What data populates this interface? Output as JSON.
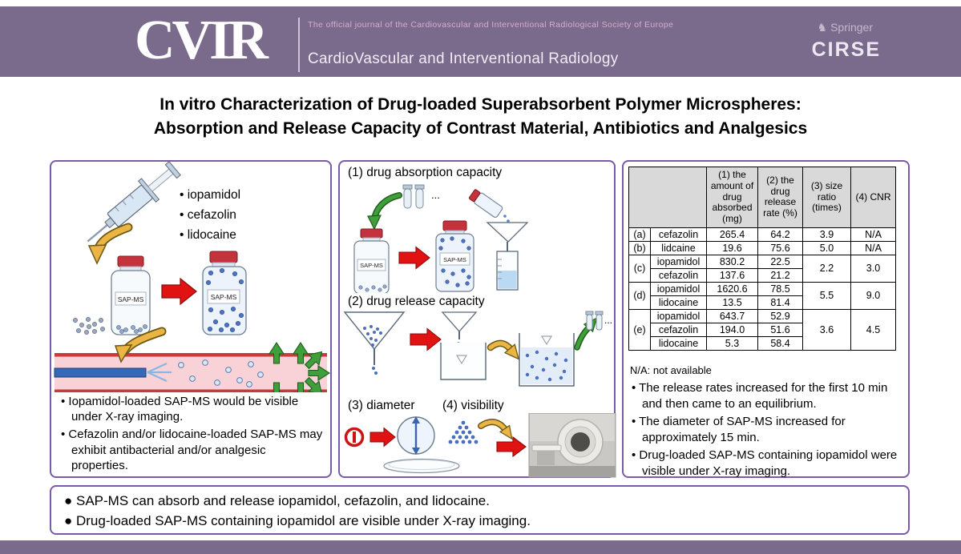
{
  "header": {
    "logo_text": "CVIR",
    "tagline": "The official journal of the Cardiovascular and Interventional Radiological Society of Europe",
    "journal_name": "CardioVascular and Interventional Radiology",
    "springer_label": "Springer",
    "cirse_label": "CIRSE"
  },
  "title": {
    "line1": "In vitro Characterization of Drug-loaded Superabsorbent Polymer Microspheres:",
    "line2": "Absorption and Release Capacity of Contrast Material, Antibiotics and Analgesics"
  },
  "labels": {
    "sap_ms": "SAP-MS",
    "ellipsis": "..."
  },
  "left_panel": {
    "drug_list": [
      "• iopamidol",
      "• cefazolin",
      "• lidocaine"
    ],
    "bullets": [
      "• Iopamidol-loaded SAP-MS would be visible under X-ray imaging.",
      "• Cefazolin and/or lidocaine-loaded SAP-MS may exhibit antibacterial and/or analgesic properties."
    ]
  },
  "middle_panel": {
    "step1_label": "(1) drug absorption capacity",
    "step2_label": "(2) drug release capacity",
    "step3_label": "(3) diameter",
    "step4_label": "(4) visibility"
  },
  "right_panel": {
    "table": {
      "header_amount": "(1) the amount of drug absorbed (mg)",
      "header_release": "(2) the drug release rate (%)",
      "header_ratio": "(3) size ratio (times)",
      "header_cnr": "(4) CNR",
      "rows": [
        {
          "group": "(a)",
          "drug": "cefazolin",
          "absorbed": "265.4",
          "release": "64.2",
          "ratio": "3.9",
          "cnr": "N/A"
        },
        {
          "group": "(b)",
          "drug": "lidcaine",
          "absorbed": "19.6",
          "release": "75.6",
          "ratio": "5.0",
          "cnr": "N/A"
        },
        {
          "group": "(c)",
          "drug": "iopamidol",
          "absorbed": "830.2",
          "release": "22.5",
          "ratio": "2.2",
          "cnr": "3.0"
        },
        {
          "drug": "cefazolin",
          "absorbed": "137.6",
          "release": "21.2"
        },
        {
          "group": "(d)",
          "drug": "iopamidol",
          "absorbed": "1620.6",
          "release": "78.5",
          "ratio": "5.5",
          "cnr": "9.0"
        },
        {
          "drug": "lidocaine",
          "absorbed": "13.5",
          "release": "81.4"
        },
        {
          "group": "(e)",
          "drug": "iopamidol",
          "absorbed": "643.7",
          "release": "52.9",
          "ratio": "3.6",
          "cnr": "4.5"
        },
        {
          "drug": "cefazolin",
          "absorbed": "194.0",
          "release": "51.6"
        },
        {
          "drug": "lidocaine",
          "absorbed": "5.3",
          "release": "58.4"
        }
      ]
    },
    "footnote": "N/A: not available",
    "bullets": [
      "• The release rates increased for the first 10 min and then came to an equilibrium.",
      "• The diameter of SAP-MS increased for approximately 15 min.",
      "• Drug-loaded SAP-MS containing iopamidol were visible under X-ray imaging."
    ]
  },
  "bottom_panel": {
    "bullets": [
      "● SAP-MS can absorb and release iopamidol, cefazolin, and lidocaine.",
      "● Drug-loaded SAP-MS containing iopamidol are visible under X-ray imaging."
    ]
  }
}
